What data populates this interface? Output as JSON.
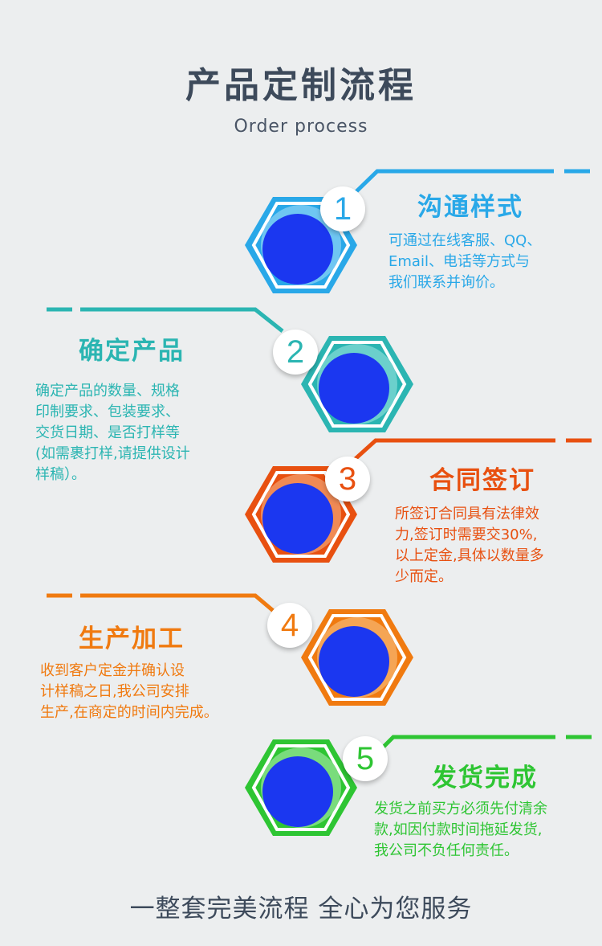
{
  "header": {
    "title": "产品定制流程",
    "subtitle": "Order process"
  },
  "steps": [
    {
      "number": "1",
      "title": "沟通样式",
      "description": "可通过在线客服、QQ、\nEmail、电话等方式与\n我们联系并询价。",
      "color": "#29a8e8"
    },
    {
      "number": "2",
      "title": "确定产品",
      "description": "确定产品的数量、规格\n印制要求、包装要求、\n交货日期、是否打样等\n(如需裹打样,请提供设计\n样稿）。",
      "color": "#2bb5b2"
    },
    {
      "number": "3",
      "title": "合同签订",
      "description": "所签订合同具有法律效\n力,签订时需要交30%,\n以上定金,具体以数量多\n少而定。",
      "color": "#e85010"
    },
    {
      "number": "4",
      "title": "生产加工",
      "description": "收到客户定金并确认设\n计样稿之日,我公司安排\n生产,在商定的时间内完成。",
      "color": "#f07a10"
    },
    {
      "number": "5",
      "title": "发货完成",
      "description": "发货之前买方必须先付清余\n款,如因付款时间拖延发货,\n我公司不负任何责任。",
      "color": "#2ec533"
    }
  ],
  "footer": {
    "text": "一整套完美流程 全心为您服务"
  },
  "colors": {
    "inner_circle": "#1b37f0",
    "background": "#eceeef",
    "text_dark": "#3d4a5b"
  }
}
